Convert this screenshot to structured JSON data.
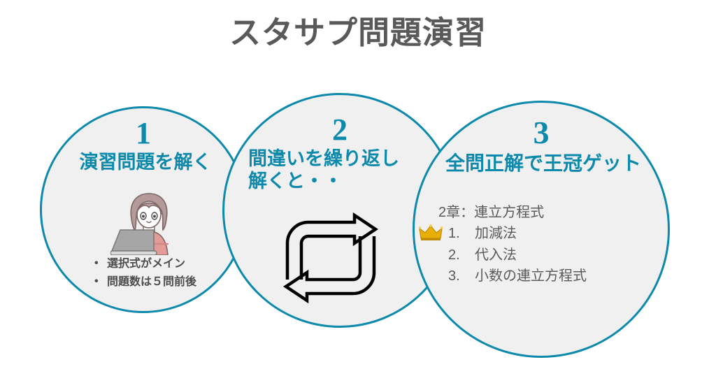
{
  "page": {
    "title": "スタサプ問題演習",
    "title_color": "#595959",
    "background": "#ffffff"
  },
  "theme": {
    "accent": "#0d8aab",
    "circle_fill": "#f0f0f0",
    "body_text": "#4d4d4d",
    "list_text": "#5a5a5a",
    "crown_gold": "#e8b007",
    "hair": "#a98f8f",
    "skin": "#ffffff",
    "shirt": "#e49a97",
    "laptop": "#a6a6a6"
  },
  "steps": [
    {
      "number": "1",
      "heading": "演習問題を解く",
      "illustration_name": "girl-at-laptop-illustration",
      "bullets": [
        "選択式がメイン",
        "問題数は５問前後"
      ]
    },
    {
      "number": "2",
      "heading_lines": [
        "間違いを繰り返し",
        "解くと・・"
      ],
      "icon_name": "repeat-loop-icon"
    },
    {
      "number": "3",
      "heading": "全問正解で王冠ゲット",
      "chapter": "2章：連立方程式",
      "items": [
        {
          "index": "1.",
          "label": "加減法",
          "crown": true
        },
        {
          "index": "2.",
          "label": "代入法",
          "crown": false
        },
        {
          "index": "3.",
          "label": "小数の連立方程式",
          "crown": false
        }
      ]
    }
  ]
}
